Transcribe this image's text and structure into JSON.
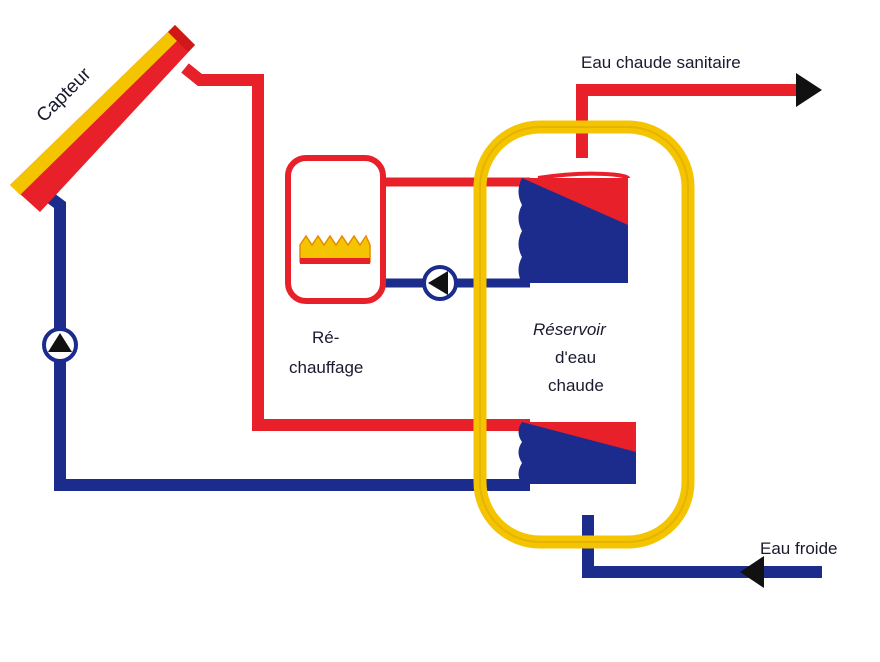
{
  "labels": {
    "collector": "Capteur",
    "hot_water_out": "Eau chaude sanitaire",
    "cold_water_in": "Eau froide",
    "reheat_line1": "Ré-",
    "reheat_line2": "chauffage",
    "tank_line1": "Réservoir",
    "tank_line2": "d'eau",
    "tank_line3": "chaude"
  },
  "colors": {
    "hot": "#e8202a",
    "cold": "#1c2c8c",
    "tank": "#f5c400",
    "panel": "#f7c948"
  }
}
